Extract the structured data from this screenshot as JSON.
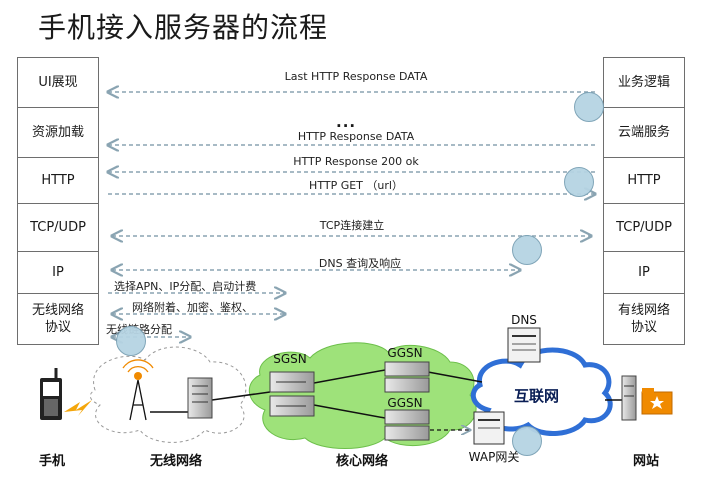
{
  "title": "手机接入服务器的流程",
  "left_stack": [
    "UI展现",
    "资源加载",
    "HTTP",
    "TCP/UDP",
    "IP",
    "无线网络\n协议"
  ],
  "right_stack": [
    "业务逻辑",
    "云端服务",
    "HTTP",
    "TCP/UDP",
    "IP",
    "有线网络\n协议"
  ],
  "flows": {
    "last_response": "Last HTTP Response DATA",
    "ellipsis": "...",
    "response_data": "HTTP Response DATA",
    "response_200": "HTTP Response 200 ok",
    "http_get": "HTTP GET （url）",
    "tcp": "TCP连接建立",
    "dns": "DNS 查询及响应",
    "apn": "选择APN、IP分配、启动计费",
    "attach": "网络附着、加密、鉴权、",
    "wireless_alloc": "无线链路分配"
  },
  "nodes": {
    "phone": "手机",
    "wireless": "无线网络",
    "core": "核心网络",
    "site": "网站",
    "sgsn": "SGSN",
    "ggsn_top": "GGSN",
    "ggsn_bottom": "GGSN",
    "dns": "DNS",
    "internet": "互联网",
    "wap": "WAP网关"
  },
  "colors": {
    "arrow": "#8aa4b2",
    "cloud_green": "#9ee27a",
    "cloud_blue": "#2f6fd6",
    "bubble": "#b6d4e3"
  }
}
